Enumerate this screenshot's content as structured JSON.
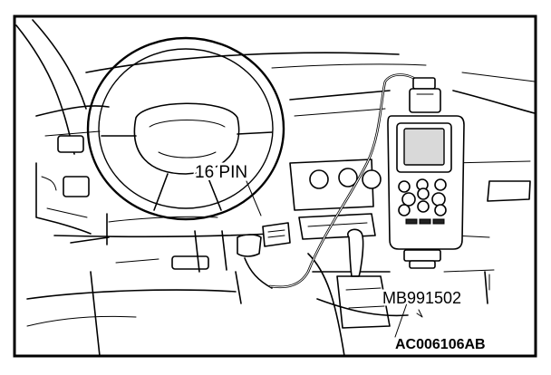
{
  "figure": {
    "callout_connector": "16 PIN",
    "callout_tool": "MB991502",
    "figure_code": "AC006106AB"
  },
  "colors": {
    "line": "#000000",
    "background": "#ffffff",
    "screen_fill": "#d9d9d9"
  },
  "icons": [
    "steering-wheel-icon",
    "scan-tool-icon",
    "diagnostic-cable-icon",
    "diagnosis-connector-icon",
    "gear-shift-icon"
  ]
}
